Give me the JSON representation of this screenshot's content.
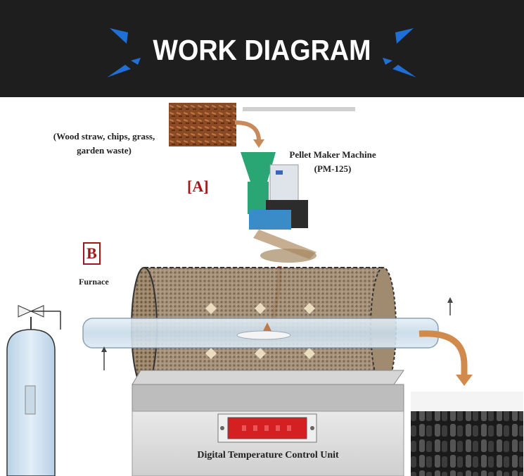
{
  "header": {
    "title": "WORK DIAGRAM",
    "bg_color": "#1e1e1e",
    "accent_color": "#1f6fd6"
  },
  "diagram": {
    "raw_material_label": "(Wood straw, chips, grass,\ngarden waste)",
    "pellet_machine_label": "Pellet Maker Machine\n(PM-125)",
    "section_a": "[A]",
    "section_b": "B",
    "furnace_label": "Furnace",
    "control_unit_label": "Digital Temperature Control Unit",
    "display_color": "#d42020",
    "hopper_color": "#2aa574",
    "pipe_color": "#d08a4c"
  }
}
